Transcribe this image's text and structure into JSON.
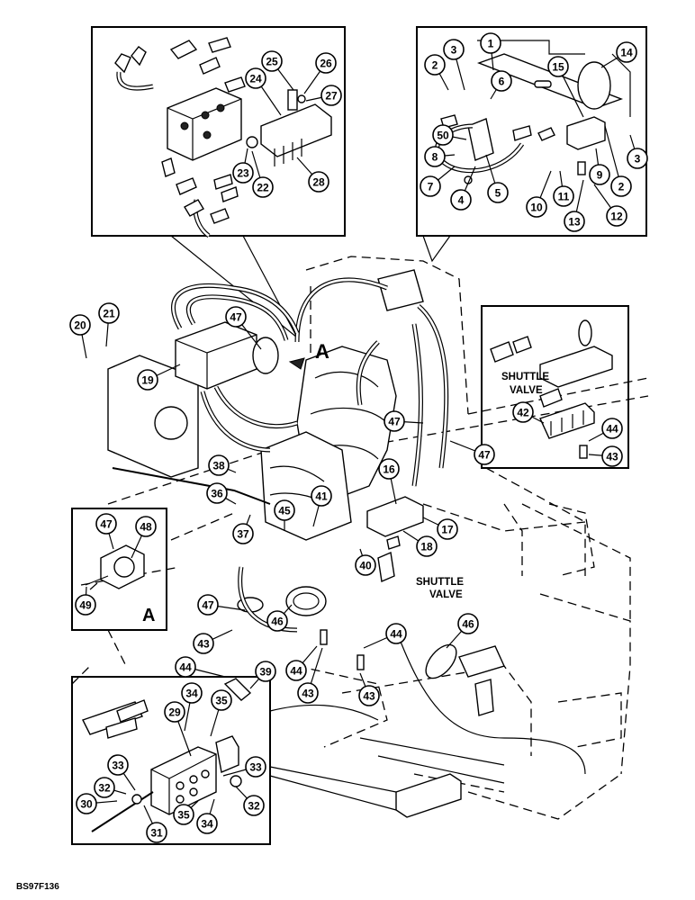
{
  "diagram": {
    "figure_code": "BS97F136",
    "view_marker": "A",
    "shuttle_valve_label": "SHUTTLE VALVE",
    "shuttle_valve_lines": [
      "SHUTTLE",
      "VALVE"
    ],
    "callouts": [
      {
        "id": "c01",
        "label": "1"
      },
      {
        "id": "c02a",
        "label": "2"
      },
      {
        "id": "c02b",
        "label": "2"
      },
      {
        "id": "c03a",
        "label": "3"
      },
      {
        "id": "c03b",
        "label": "3"
      },
      {
        "id": "c04",
        "label": "4"
      },
      {
        "id": "c05",
        "label": "5"
      },
      {
        "id": "c06",
        "label": "6"
      },
      {
        "id": "c07",
        "label": "7"
      },
      {
        "id": "c08",
        "label": "8"
      },
      {
        "id": "c09",
        "label": "9"
      },
      {
        "id": "c10",
        "label": "10"
      },
      {
        "id": "c11",
        "label": "11"
      },
      {
        "id": "c12",
        "label": "12"
      },
      {
        "id": "c13",
        "label": "13"
      },
      {
        "id": "c14",
        "label": "14"
      },
      {
        "id": "c15",
        "label": "15"
      },
      {
        "id": "c50",
        "label": "50"
      },
      {
        "id": "c22",
        "label": "22"
      },
      {
        "id": "c23",
        "label": "23"
      },
      {
        "id": "c24",
        "label": "24"
      },
      {
        "id": "c25",
        "label": "25"
      },
      {
        "id": "c26",
        "label": "26"
      },
      {
        "id": "c27",
        "label": "27"
      },
      {
        "id": "c28",
        "label": "28"
      },
      {
        "id": "c20",
        "label": "20"
      },
      {
        "id": "c21",
        "label": "21"
      },
      {
        "id": "c19",
        "label": "19"
      },
      {
        "id": "c47a",
        "label": "47"
      },
      {
        "id": "c47b",
        "label": "47"
      },
      {
        "id": "c47c",
        "label": "47"
      },
      {
        "id": "c47d",
        "label": "47"
      },
      {
        "id": "c47e",
        "label": "47"
      },
      {
        "id": "c42",
        "label": "42"
      },
      {
        "id": "c44a",
        "label": "44"
      },
      {
        "id": "c43a",
        "label": "43"
      },
      {
        "id": "c16",
        "label": "16"
      },
      {
        "id": "c17",
        "label": "17"
      },
      {
        "id": "c18",
        "label": "18"
      },
      {
        "id": "c38",
        "label": "38"
      },
      {
        "id": "c36",
        "label": "36"
      },
      {
        "id": "c37",
        "label": "37"
      },
      {
        "id": "c41",
        "label": "41"
      },
      {
        "id": "c45",
        "label": "45"
      },
      {
        "id": "c40",
        "label": "40"
      },
      {
        "id": "c48",
        "label": "48"
      },
      {
        "id": "c49",
        "label": "49"
      },
      {
        "id": "c46a",
        "label": "46"
      },
      {
        "id": "c46b",
        "label": "46"
      },
      {
        "id": "c43b",
        "label": "43"
      },
      {
        "id": "c43c",
        "label": "43"
      },
      {
        "id": "c43d",
        "label": "43"
      },
      {
        "id": "c44b",
        "label": "44"
      },
      {
        "id": "c44c",
        "label": "44"
      },
      {
        "id": "c44d",
        "label": "44"
      },
      {
        "id": "c39",
        "label": "39"
      },
      {
        "id": "c29",
        "label": "29"
      },
      {
        "id": "c30",
        "label": "30"
      },
      {
        "id": "c31",
        "label": "31"
      },
      {
        "id": "c32a",
        "label": "32"
      },
      {
        "id": "c32b",
        "label": "32"
      },
      {
        "id": "c33a",
        "label": "33"
      },
      {
        "id": "c33b",
        "label": "33"
      },
      {
        "id": "c34a",
        "label": "34"
      },
      {
        "id": "c34b",
        "label": "34"
      },
      {
        "id": "c35a",
        "label": "35"
      },
      {
        "id": "c35b",
        "label": "35"
      }
    ]
  }
}
